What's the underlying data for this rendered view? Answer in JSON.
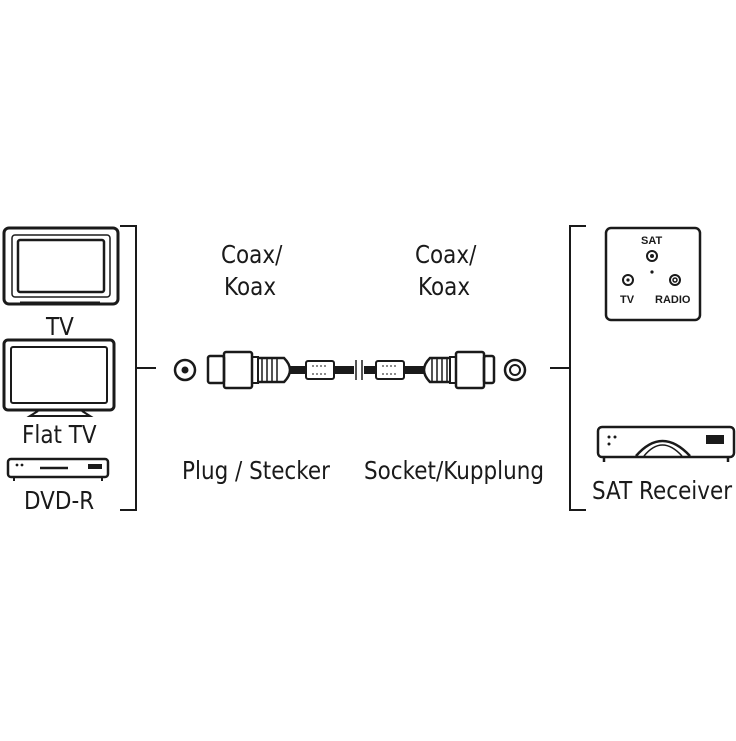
{
  "left_devices": {
    "tv_label": "TV",
    "flat_tv_label": "Flat TV",
    "dvd_label": "DVD-R"
  },
  "cable": {
    "left_top_label": "Coax/",
    "left_bottom_label": "Koax",
    "right_top_label": "Coax/",
    "right_bottom_label": "Koax",
    "plug_label": "Plug / Stecker",
    "socket_label": "Socket/Kupplung"
  },
  "right_devices": {
    "wall_socket": {
      "top": "SAT",
      "left": "TV",
      "right": "RADIO"
    },
    "receiver_label": "SAT Receiver"
  }
}
